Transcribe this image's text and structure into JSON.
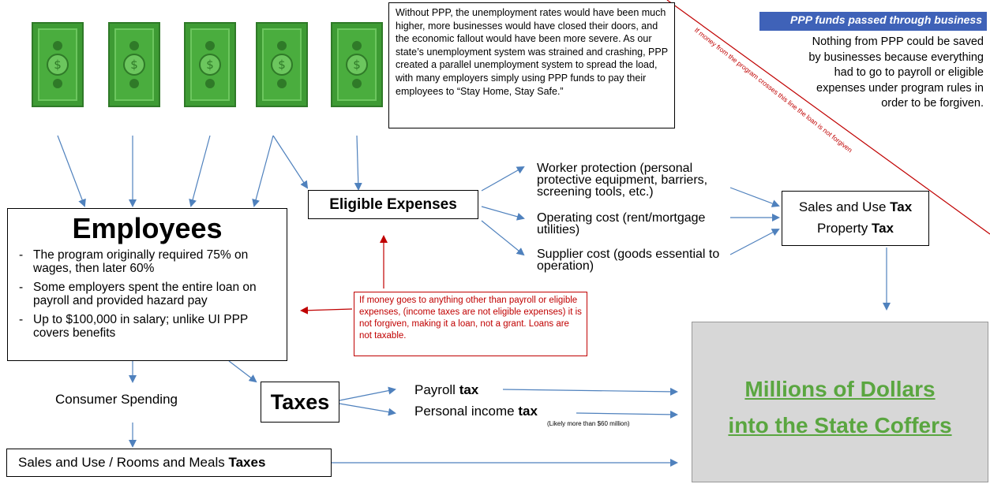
{
  "colors": {
    "arrow": "#4f81bd",
    "red": "#c00000",
    "green_text": "#5aa640",
    "banner": "#3f62b8",
    "money": "#3e9b34",
    "gray_box": "#d7d7d7"
  },
  "money_icons": {
    "count": 5,
    "symbol": "$"
  },
  "note_box": {
    "text": "Without PPP, the unemployment rates would have been much higher, more businesses would have closed their doors, and the economic fallout would have been more severe. As our state’s unemployment system was strained and crashing, PPP created a parallel unemployment system to spread the load, with many employers simply using PPP funds to pay their employees to “Stay Home, Stay Safe.”"
  },
  "banner": {
    "text": "PPP funds passed through business"
  },
  "right_note": {
    "text": "Nothing from PPP could be saved by businesses because everything had to go to payroll or eligible expenses under program rules in order to be forgiven."
  },
  "red_line_label": "If money from the program crosses this line the loan is not forgiven",
  "employees": {
    "title": "Employees",
    "items": [
      "The program originally required 75% on wages, then later 60%",
      "Some employers spent the entire loan on payroll and provided hazard pay",
      "Up to $100,000 in salary; unlike UI PPP covers benefits"
    ]
  },
  "eligible_expenses": {
    "title": "Eligible Expenses",
    "items": [
      "Worker protection (personal protective equipment, barriers, screening tools, etc.)",
      "Operating cost (rent/mortgage utilities)",
      "Supplier cost (goods essential to operation)"
    ]
  },
  "property_taxes": {
    "line1_pre": "Sales and Use ",
    "line1_bold": "Tax",
    "line2_pre": "Property ",
    "line2_bold": "Tax"
  },
  "red_note": {
    "text": "If money goes to anything other than payroll or eligible expenses, (income taxes are not eligible expenses) it is not forgiven, making it a loan, not a grant. Loans are not taxable."
  },
  "consumer_spending": "Consumer Spending",
  "taxes": {
    "title": "Taxes",
    "payroll_pre": "Payroll ",
    "payroll_bold": "tax",
    "income_pre": "Personal income ",
    "income_bold": "tax",
    "income_note": "(Likely more than $60 million)"
  },
  "sales_rooms": {
    "pre": "Sales and Use / Rooms and Meals ",
    "bold": "Taxes"
  },
  "result": {
    "line1": "Millions of Dollars",
    "line2": "into the State Coffers"
  }
}
